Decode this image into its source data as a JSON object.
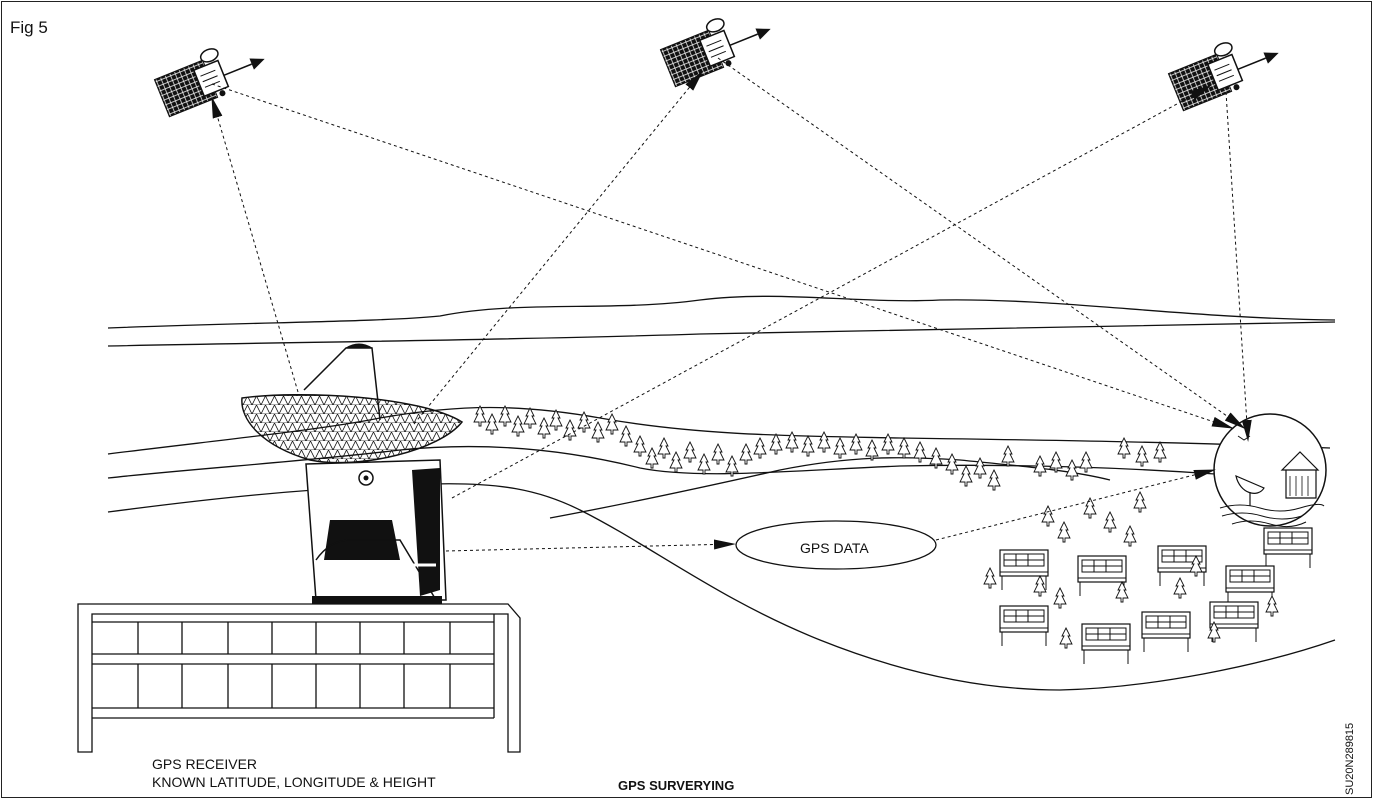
{
  "figure": {
    "label": "Fig 5",
    "caption": "GPS SURVERYING",
    "drawing_code": "SU20N289815"
  },
  "receiver": {
    "line1": "GPS RECEIVER",
    "line2": "KNOWN LATITUDE, LONGITUDE & HEIGHT"
  },
  "data_link": {
    "label": "GPS DATA"
  },
  "satellites": [
    {
      "name": "satellite-left"
    },
    {
      "name": "satellite-center"
    },
    {
      "name": "satellite-right"
    }
  ],
  "colors": {
    "line": "#111111",
    "background": "#ffffff"
  }
}
